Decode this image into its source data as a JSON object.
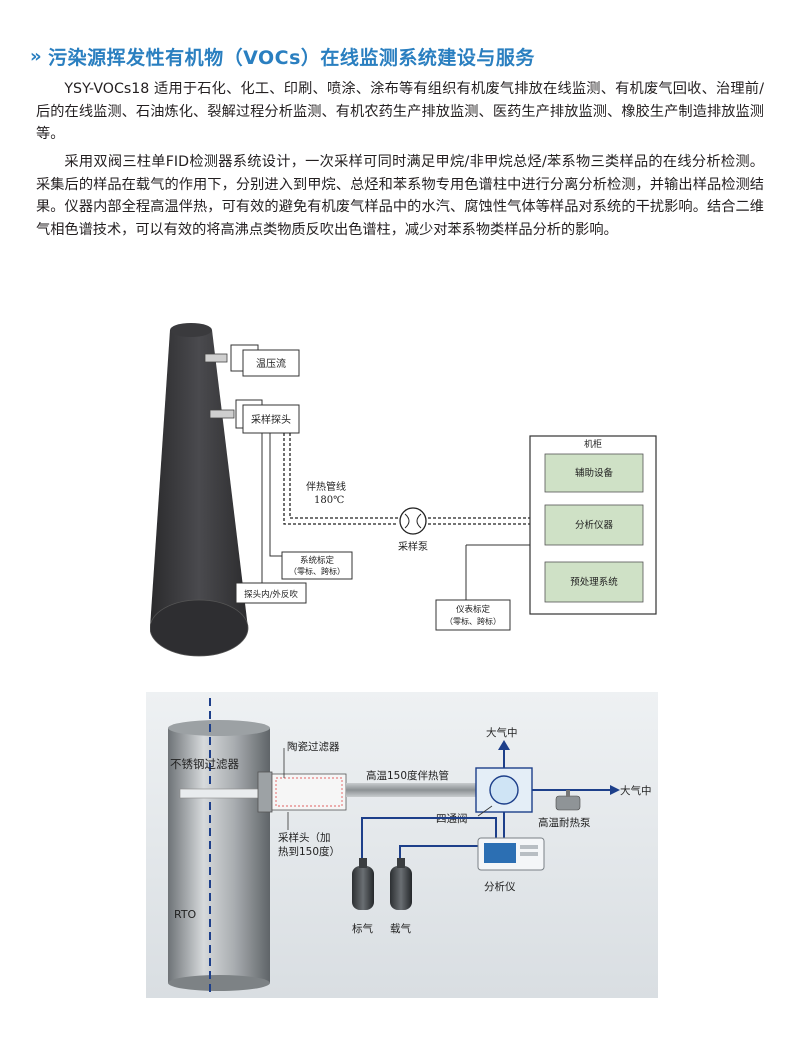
{
  "heading": "污染源挥发性有机物（VOCs）在线监测系统建设与服务",
  "paragraphs": [
    "YSY-VOCs18 适用于石化、化工、印刷、喷涂、涂布等有组织有机废气排放在线监测、有机废气回收、治理前/后的在线监测、石油炼化、裂解过程分析监测、有机农药生产排放监测、医药生产排放监测、橡胶生产制造排放监测等。",
    "采用双阀三柱单FID检测器系统设计，一次采样可同时满足甲烷/非甲烷总烃/苯系物三类样品的在线分析检测。采集后的样品在载气的作用下，分别进入到甲烷、总烃和苯系物专用色谱柱中进行分离分析检测，并输出样品检测结果。仪器内部全程高温伴热，可有效的避免有机废气样品中的水汽、腐蚀性气体等样品对系统的干扰影响。结合二维气相色谱技术，可以有效的将高沸点类物质反吹出色谱柱，减少对苯系物类样品分析的影响。"
  ],
  "diagram1": {
    "thp": "温压流",
    "probe": "采样探头",
    "heat_line": "伴热管线",
    "heat_temp": "180℃",
    "pump": "采样泵",
    "sys_cal_1": "系统标定",
    "sys_cal_2": "（零标、跨标）",
    "blowback": "探头内/外反吹",
    "inst_cal_1": "仪表标定",
    "inst_cal_2": "（零标、跨标）",
    "cabinet": "机柜",
    "aux": "辅助设备",
    "analyzer": "分析仪器",
    "pre": "预处理系统"
  },
  "diagram2": {
    "filter_ss": "不锈钢过滤器",
    "ceramic": "陶瓷过滤器",
    "heated_pipe": "高温150度伴热管",
    "atm_top": "大气中",
    "atm_right": "大气中",
    "four_way": "四通阀",
    "pump": "高温耐热泵",
    "probe_1": "采样头（加",
    "probe_2": "热到150度）",
    "rto": "RTO",
    "analyzer": "分析仪",
    "std_gas": "标气",
    "carrier_gas": "载气"
  }
}
